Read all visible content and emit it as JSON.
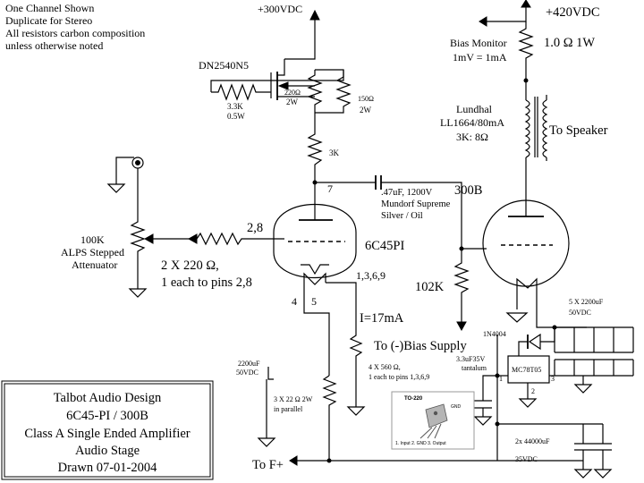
{
  "notes": [
    "One Channel Shown",
    "Duplicate for Stereo",
    "All resistors carbon composition",
    "unless otherwise noted"
  ],
  "rails": {
    "b300": "+300VDC",
    "b420": "+420VDC"
  },
  "mosfet": {
    "part": "DN2540N5"
  },
  "resistors": {
    "r220": [
      "220Ω",
      "2W"
    ],
    "r150": [
      "150Ω",
      "2W"
    ],
    "r3k3": [
      "3.3K",
      "0.5W"
    ],
    "r3k": "3K",
    "r102k": "102K",
    "r1ohm": "1.0 Ω 1W",
    "pot": [
      "100K",
      "ALPS Stepped",
      "Attenuator"
    ],
    "grid_stop": [
      "2 X 220 Ω,",
      "1 each to pins 2,8"
    ],
    "cathode": [
      "3 X 22 Ω 2W",
      "in parallel"
    ],
    "heater": [
      "4 X 560 Ω,",
      "1 each to pins 1,3,6,9"
    ]
  },
  "bias_monitor": [
    "Bias Monitor",
    "1mV = 1mA"
  ],
  "transformer": {
    "lines": [
      "Lundhal",
      "LL1664/80mA",
      "3K: 8Ω"
    ],
    "speaker": "To Speaker"
  },
  "cap_coupling": [
    ".47uF, 1200V",
    "Mundorf Supreme",
    "Silver / Oil"
  ],
  "tubes": {
    "driver": "6C45PI",
    "output": "300B"
  },
  "pins": {
    "p7": "7",
    "p28": "2,8",
    "p1369": "1,3,6,9",
    "p4": "4",
    "p5": "5"
  },
  "current": "I=17mA",
  "bias_supply": "To (-)Bias Supply",
  "cap_2200": [
    "2200uF",
    "50VDC"
  ],
  "cap_bank": [
    "5 X 2200uF",
    "50VDC"
  ],
  "diode": "1N4004",
  "cap_tant": [
    "3.3uF35V",
    "tantalum"
  ],
  "regulator": {
    "part": "MC78T05",
    "pin1": "1",
    "pin2": "2",
    "pin3": "3"
  },
  "to220": {
    "title": "TO-220",
    "gnd": "GND",
    "pins": "1. Input 2. GND 3. Output"
  },
  "cap_big": [
    "2x 44000uF",
    "35VDC"
  ],
  "to_f": "To F+",
  "title_block": [
    "Talbot Audio Design",
    "6C45-PI / 300B",
    "Class A Single Ended Amplifier",
    "Audio Stage",
    "Drawn 07-01-2004"
  ]
}
